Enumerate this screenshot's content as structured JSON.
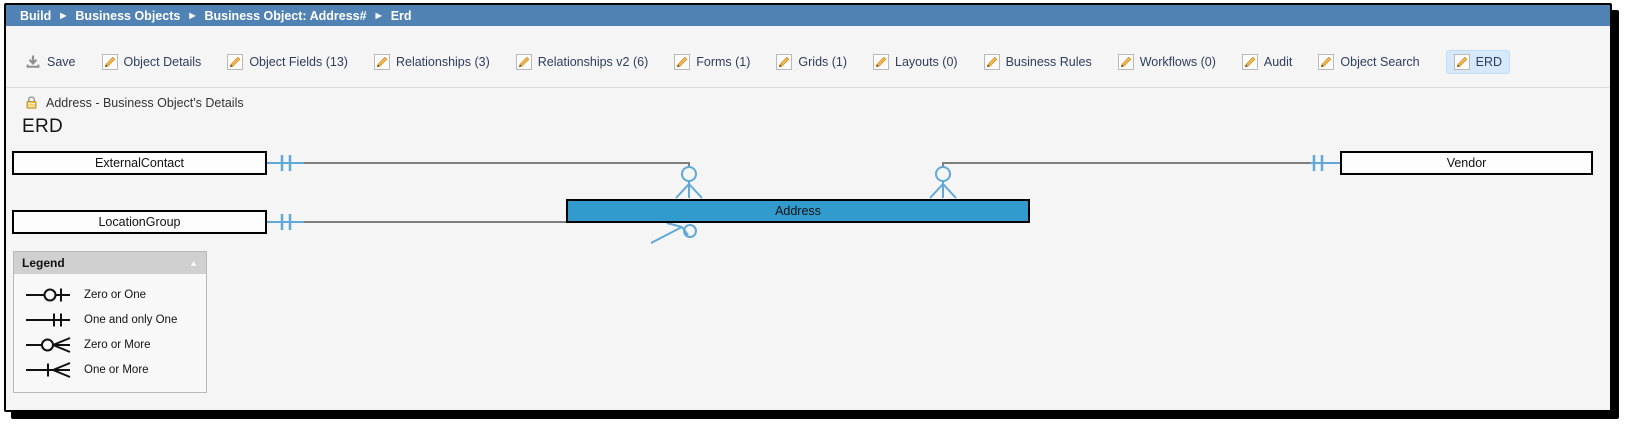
{
  "breadcrumb": {
    "separator": "▶",
    "items": [
      {
        "label": "Build"
      },
      {
        "label": "Business Objects"
      },
      {
        "label": "Business Object: Address#"
      },
      {
        "label": "Erd"
      }
    ]
  },
  "toolbar": {
    "items": [
      {
        "label": "Save",
        "icon": "save-icon"
      },
      {
        "label": "Object Details",
        "icon": "pencil-icon"
      },
      {
        "label": "Object Fields (13)",
        "icon": "pencil-icon"
      },
      {
        "label": "Relationships (3)",
        "icon": "pencil-icon"
      },
      {
        "label": "Relationships v2 (6)",
        "icon": "pencil-icon"
      },
      {
        "label": "Forms (1)",
        "icon": "pencil-icon"
      },
      {
        "label": "Grids (1)",
        "icon": "pencil-icon"
      },
      {
        "label": "Layouts (0)",
        "icon": "pencil-icon"
      },
      {
        "label": "Business Rules",
        "icon": "pencil-icon"
      },
      {
        "label": "Workflows (0)",
        "icon": "pencil-icon"
      },
      {
        "label": "Audit",
        "icon": "pencil-icon"
      },
      {
        "label": "Object Search",
        "icon": "pencil-icon"
      },
      {
        "label": "ERD",
        "icon": "pencil-icon",
        "active": true
      }
    ]
  },
  "page": {
    "subtitle": "Address - Business Object's Details",
    "title": "ERD"
  },
  "diagram": {
    "entities": [
      {
        "name": "ExternalContact",
        "highlighted": false
      },
      {
        "name": "Vendor",
        "highlighted": false
      },
      {
        "name": "LocationGroup",
        "highlighted": false
      },
      {
        "name": "Address",
        "highlighted": true
      }
    ],
    "relationships": [
      {
        "from": "ExternalContact",
        "to": "Address",
        "from_cardinality": "one-and-only-one",
        "to_cardinality": "zero-or-more"
      },
      {
        "from": "Vendor",
        "to": "Address",
        "from_cardinality": "one-and-only-one",
        "to_cardinality": "zero-or-more"
      },
      {
        "from": "LocationGroup",
        "to": "Address",
        "from_cardinality": "one-and-only-one",
        "to_cardinality": "zero-or-more"
      }
    ]
  },
  "legend": {
    "title": "Legend",
    "collapse_glyph": "▲",
    "items": [
      {
        "symbol": "zero-or-one",
        "label": "Zero or One"
      },
      {
        "symbol": "one-and-only-one",
        "label": "One and only One"
      },
      {
        "symbol": "zero-or-more",
        "label": "Zero or More"
      },
      {
        "symbol": "one-or-more",
        "label": "One or More"
      }
    ]
  },
  "colors": {
    "breadcrumb_bg": "#5182b4",
    "highlight_entity": "#319bce",
    "connector_blue": "#5fa8d8",
    "line_gray": "#7f7f7f",
    "active_tab_bg": "#d6e9fb",
    "legend_header_bg": "#d0d0d0"
  }
}
